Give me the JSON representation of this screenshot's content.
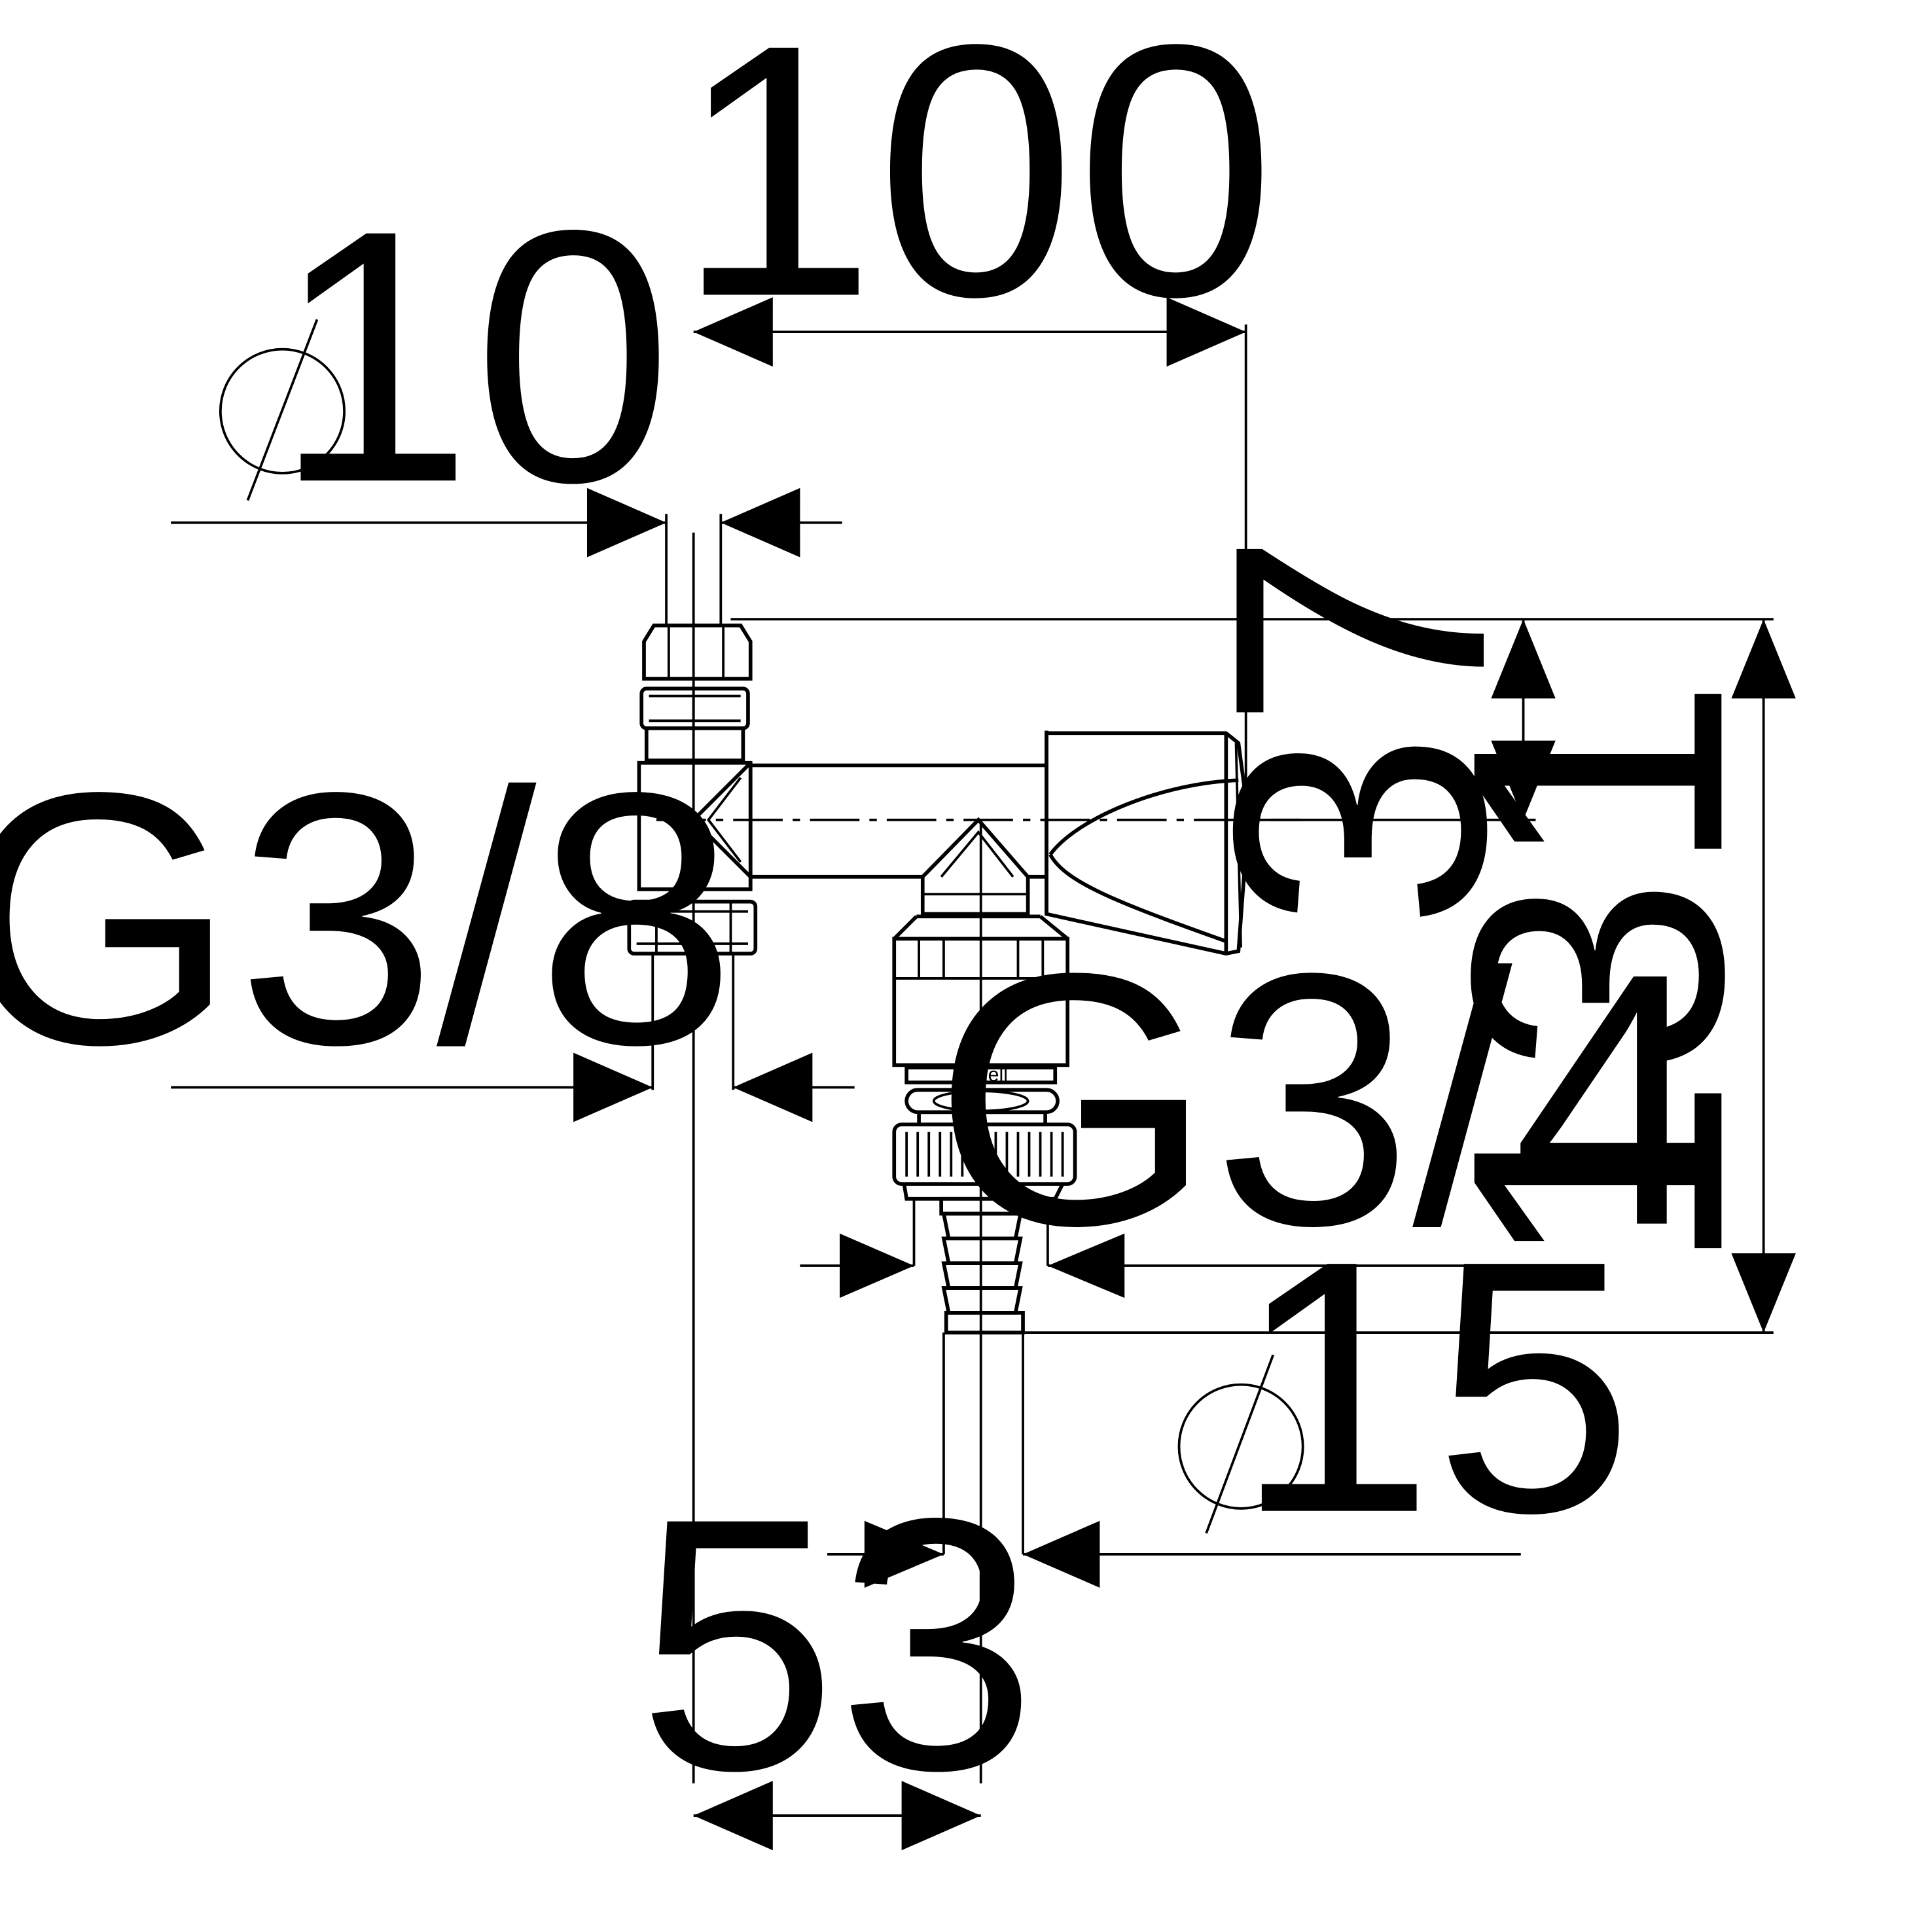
{
  "dimensions": {
    "width_top": "100",
    "inlet_diameter": "10",
    "inlet_thread": "G3/8",
    "handle_height": "37",
    "total_height": "131",
    "outlet_thread": "G3/4",
    "hose_diameter": "15",
    "offset_bottom": "53"
  },
  "symbols": {
    "diameter": "diameter-symbol-icon"
  },
  "valve_marking": "Schell"
}
